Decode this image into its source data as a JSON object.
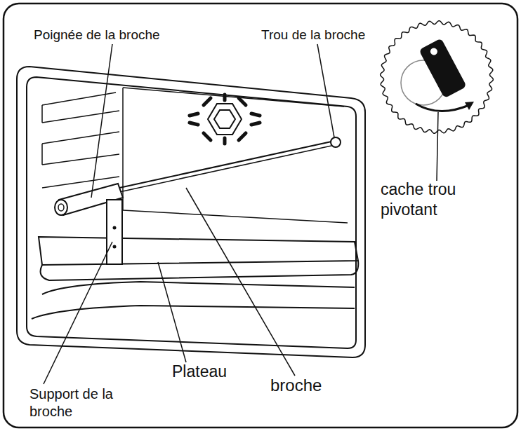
{
  "diagram": {
    "labels": [
      "Poignée de la broche",
      "Trou de la broche",
      "cache trou pivotant",
      "Plateau",
      "broche",
      "Support de la broche"
    ]
  }
}
